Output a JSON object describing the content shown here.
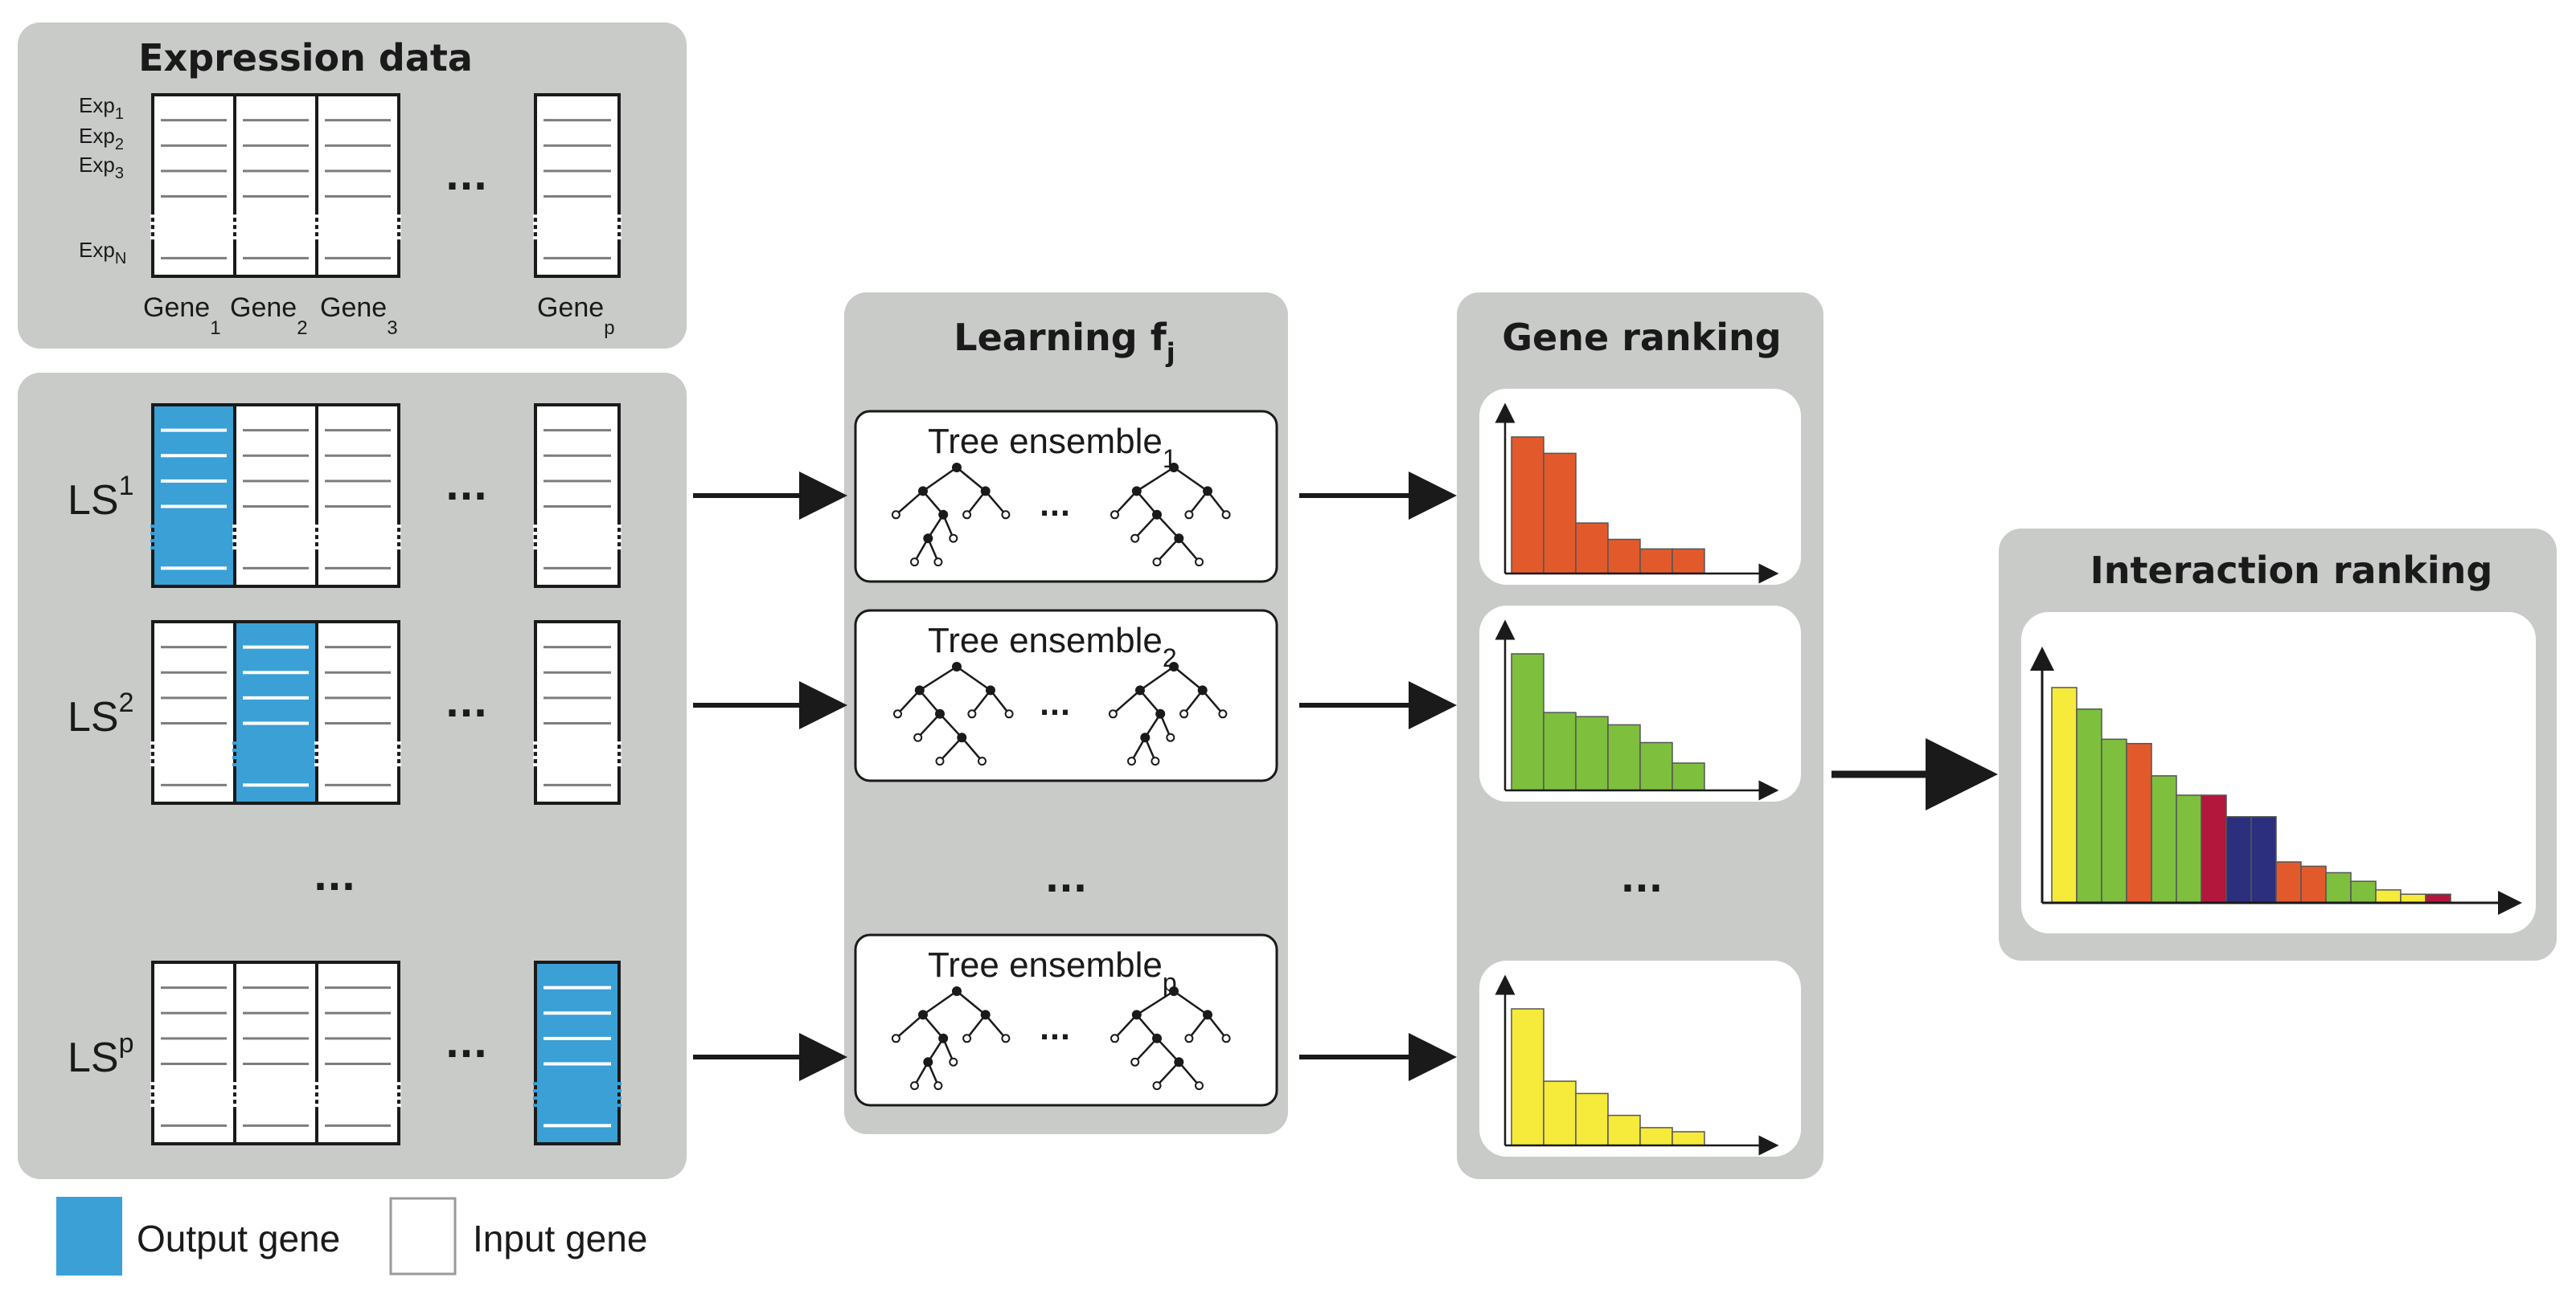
{
  "colors": {
    "panel": "#c9cbc9",
    "output_gene": "#3aa0d6",
    "input_gene": "#ffffff",
    "line": "#1a1a1a",
    "red": "#e25a2c",
    "green": "#7ebf3e",
    "yellow": "#f6ea3a",
    "crimson": "#b3173b",
    "navy": "#2b2f7e"
  },
  "expression": {
    "title": "Expression data",
    "exp_labels": [
      {
        "base": "Exp",
        "sub": "1"
      },
      {
        "base": "Exp",
        "sub": "2"
      },
      {
        "base": "Exp",
        "sub": "3"
      },
      {
        "base": "Exp",
        "sub": "N"
      }
    ],
    "gene_labels": [
      {
        "base": "Gene",
        "sub": "1"
      },
      {
        "base": "Gene",
        "sub": "2"
      },
      {
        "base": "Gene",
        "sub": "3"
      },
      {
        "base": "Gene",
        "sub": "p"
      }
    ],
    "ellipsis": "..."
  },
  "learning_sets": {
    "rows": [
      {
        "base": "LS",
        "sup": "1",
        "output_column": 0
      },
      {
        "base": "LS",
        "sup": "2",
        "output_column": 1
      },
      {
        "base": "LS",
        "sup": "p",
        "output_column": 3
      }
    ],
    "ellipsis": "..."
  },
  "learning": {
    "title_base": "Learning f",
    "title_sub": "j",
    "ensembles": [
      {
        "base": "Tree ensemble",
        "sub": "1"
      },
      {
        "base": "Tree ensemble",
        "sub": "2"
      },
      {
        "base": "Tree ensemble",
        "sub": "p"
      }
    ],
    "tree_ellipsis": "...",
    "ellipsis": "..."
  },
  "gene_ranking": {
    "title": "Gene ranking",
    "ellipsis": "...",
    "charts": [
      {
        "color": "red",
        "values": [
          1.0,
          0.88,
          0.37,
          0.25,
          0.18,
          0.18
        ]
      },
      {
        "color": "green",
        "values": [
          1.0,
          0.57,
          0.54,
          0.48,
          0.35,
          0.2
        ]
      },
      {
        "color": "yellow",
        "values": [
          1.0,
          0.47,
          0.38,
          0.22,
          0.13,
          0.1
        ]
      }
    ]
  },
  "interaction_ranking": {
    "title": "Interaction ranking",
    "bars": [
      {
        "color": "yellow",
        "value": 1.0
      },
      {
        "color": "green",
        "value": 0.9
      },
      {
        "color": "green",
        "value": 0.76
      },
      {
        "color": "red",
        "value": 0.74
      },
      {
        "color": "green",
        "value": 0.59
      },
      {
        "color": "green",
        "value": 0.5
      },
      {
        "color": "crimson",
        "value": 0.5
      },
      {
        "color": "navy",
        "value": 0.4
      },
      {
        "color": "navy",
        "value": 0.4
      },
      {
        "color": "red",
        "value": 0.19
      },
      {
        "color": "red",
        "value": 0.17
      },
      {
        "color": "green",
        "value": 0.14
      },
      {
        "color": "green",
        "value": 0.1
      },
      {
        "color": "yellow",
        "value": 0.06
      },
      {
        "color": "yellow",
        "value": 0.04
      },
      {
        "color": "crimson",
        "value": 0.04
      }
    ]
  },
  "legend": {
    "output_label": "Output gene",
    "input_label": "Input gene"
  }
}
